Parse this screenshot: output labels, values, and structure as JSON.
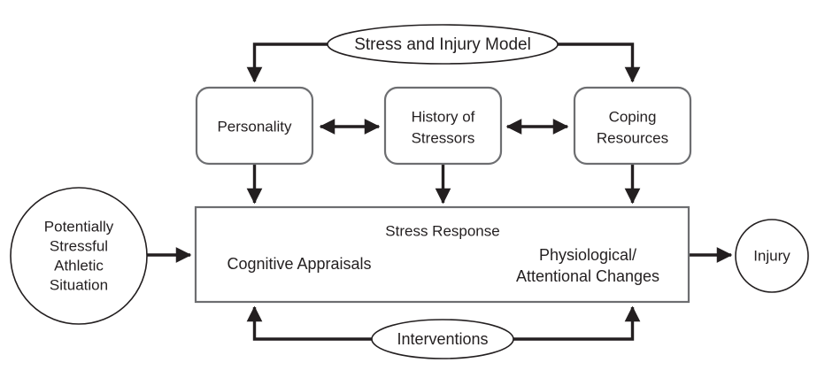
{
  "diagram": {
    "title_node": {
      "label": "Stress and Injury Model"
    },
    "top_row": [
      {
        "id": "personality",
        "label": "Personality",
        "lines": [
          "Personality"
        ]
      },
      {
        "id": "history-of-stressors",
        "label": "History of Stressors",
        "lines": [
          "History of",
          "Stressors"
        ]
      },
      {
        "id": "coping-resources",
        "label": "Coping Resources",
        "lines": [
          "Coping",
          "Resources"
        ]
      }
    ],
    "input_node": {
      "label": "Potentially Stressful Athletic Situation",
      "lines": [
        "Potentially",
        "Stressful",
        "Athletic",
        "Situation"
      ]
    },
    "output_node": {
      "label": "Injury"
    },
    "central_box": {
      "heading": "Stress Response",
      "left_label": "Cognitive Appraisals",
      "right_label": "Physiological/ Attentional Changes",
      "right_lines": [
        "Physiological/",
        "Attentional Changes"
      ]
    },
    "intervention_node": {
      "label": "Interventions"
    },
    "colors": {
      "ink": "#231f20",
      "box_outline": "#6d6e71",
      "background": "#ffffff"
    }
  }
}
